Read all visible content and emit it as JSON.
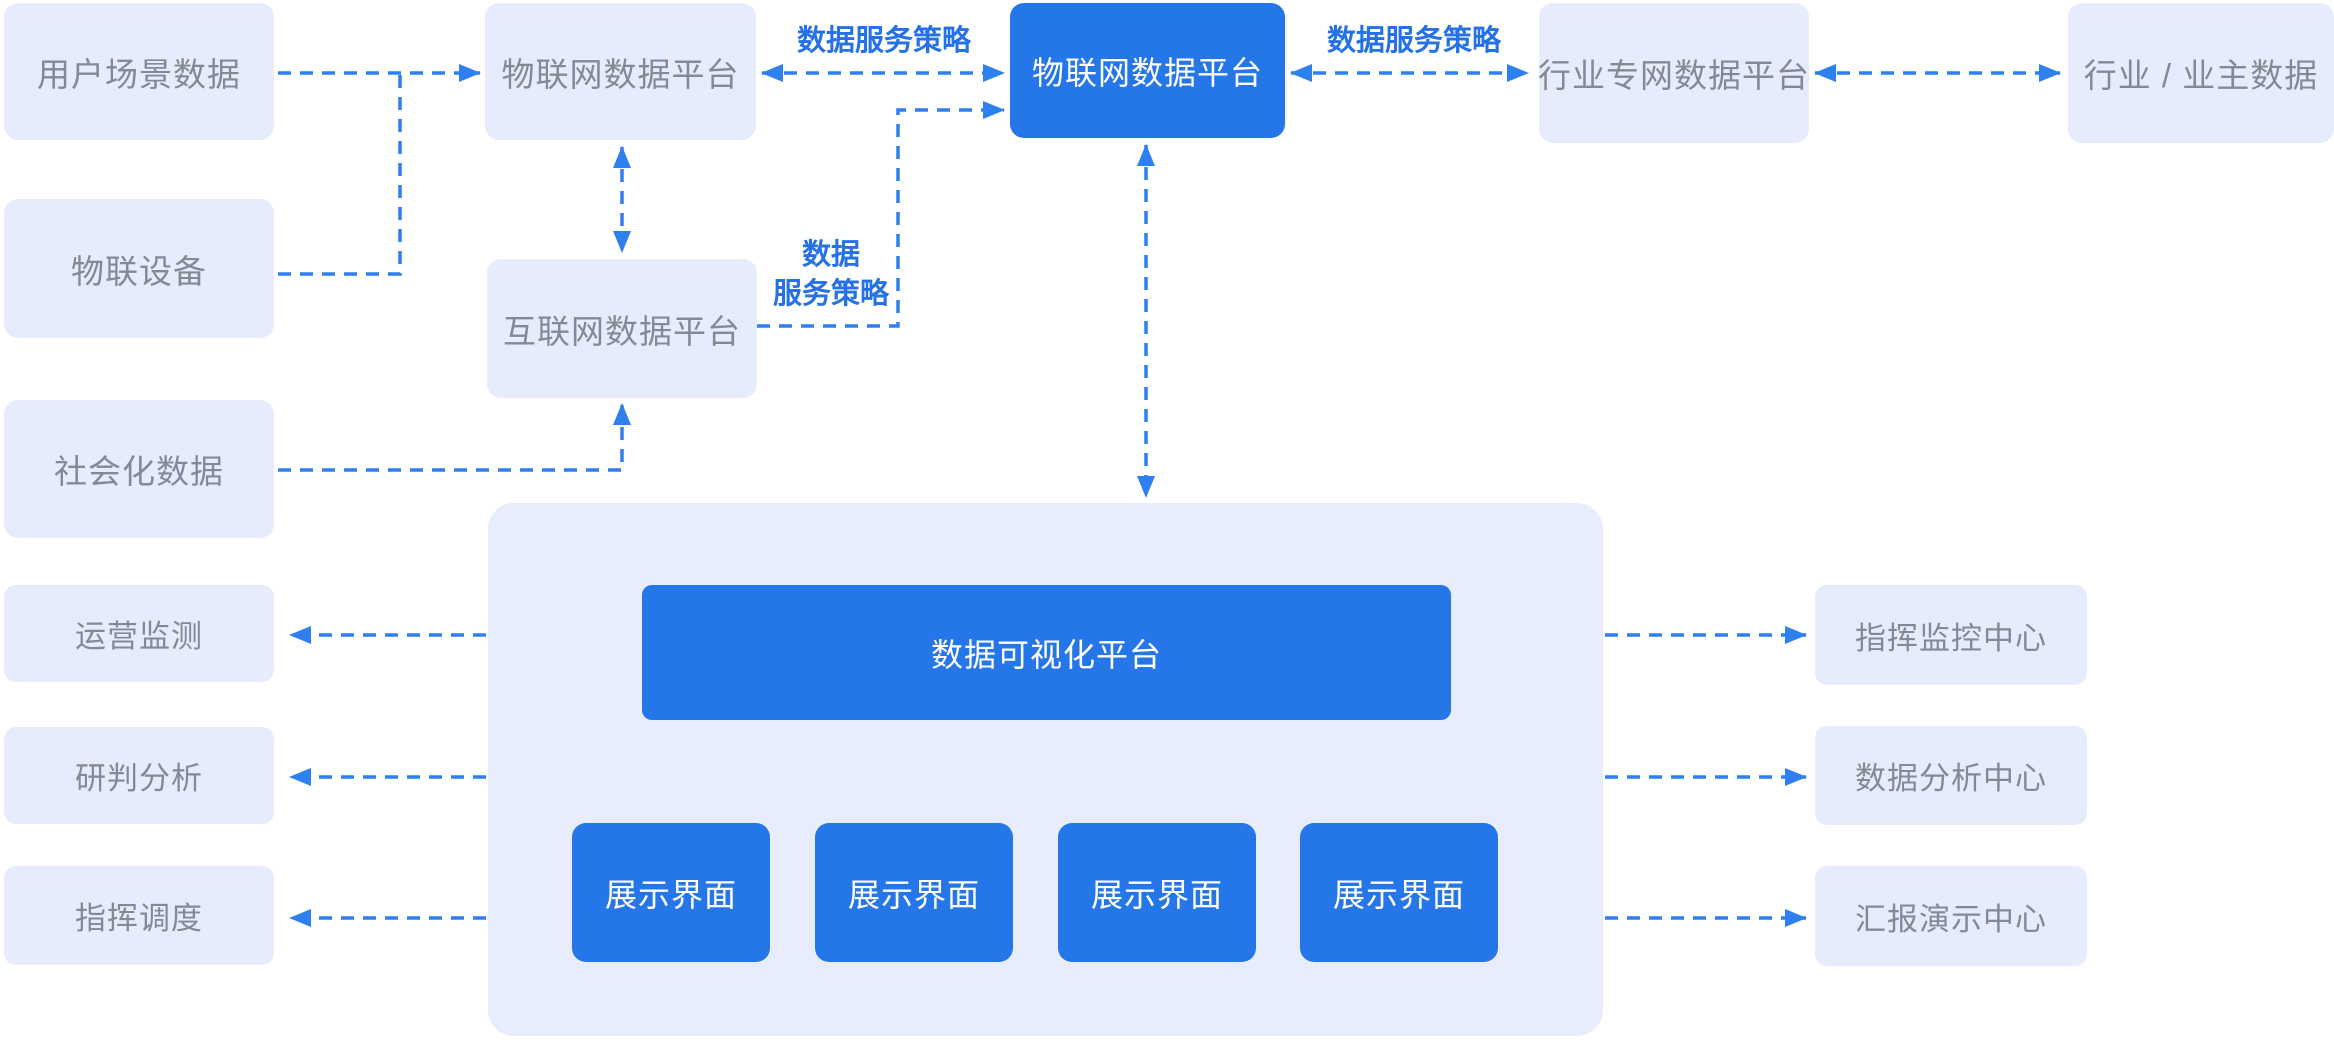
{
  "palette": {
    "box_blue": "#2577e9",
    "box_light": "#e6ecfb",
    "container_bg": "#e7edfc",
    "arrow_blue": "#2e7ff0",
    "label_blue": "#2471e8",
    "text_gray": "#848a94",
    "text_white": "#ffffff"
  },
  "nodes": {
    "user_scene": "用户场景数据",
    "iot_device": "物联设备",
    "social_data": "社会化数据",
    "op_monitor": "运营监测",
    "analysis": "研判分析",
    "dispatch": "指挥调度",
    "iot_platform_left": "物联网数据平台",
    "internet_platform": "互联网数据平台",
    "iot_platform_center": "物联网数据平台",
    "industry_platform": "行业专网数据平台",
    "industry_owner": "行业 / 业主数据",
    "viz_platform": "数据可视化平台",
    "display1": "展示界面",
    "display2": "展示界面",
    "display3": "展示界面",
    "display4": "展示界面",
    "command_center": "指挥监控中心",
    "data_analysis_center": "数据分析中心",
    "report_center": "汇报演示中心"
  },
  "labels": {
    "policy_left": "数据服务策略",
    "policy_right": "数据服务策略",
    "policy_side_line1": "数据",
    "policy_side_line2": "服务策略"
  }
}
